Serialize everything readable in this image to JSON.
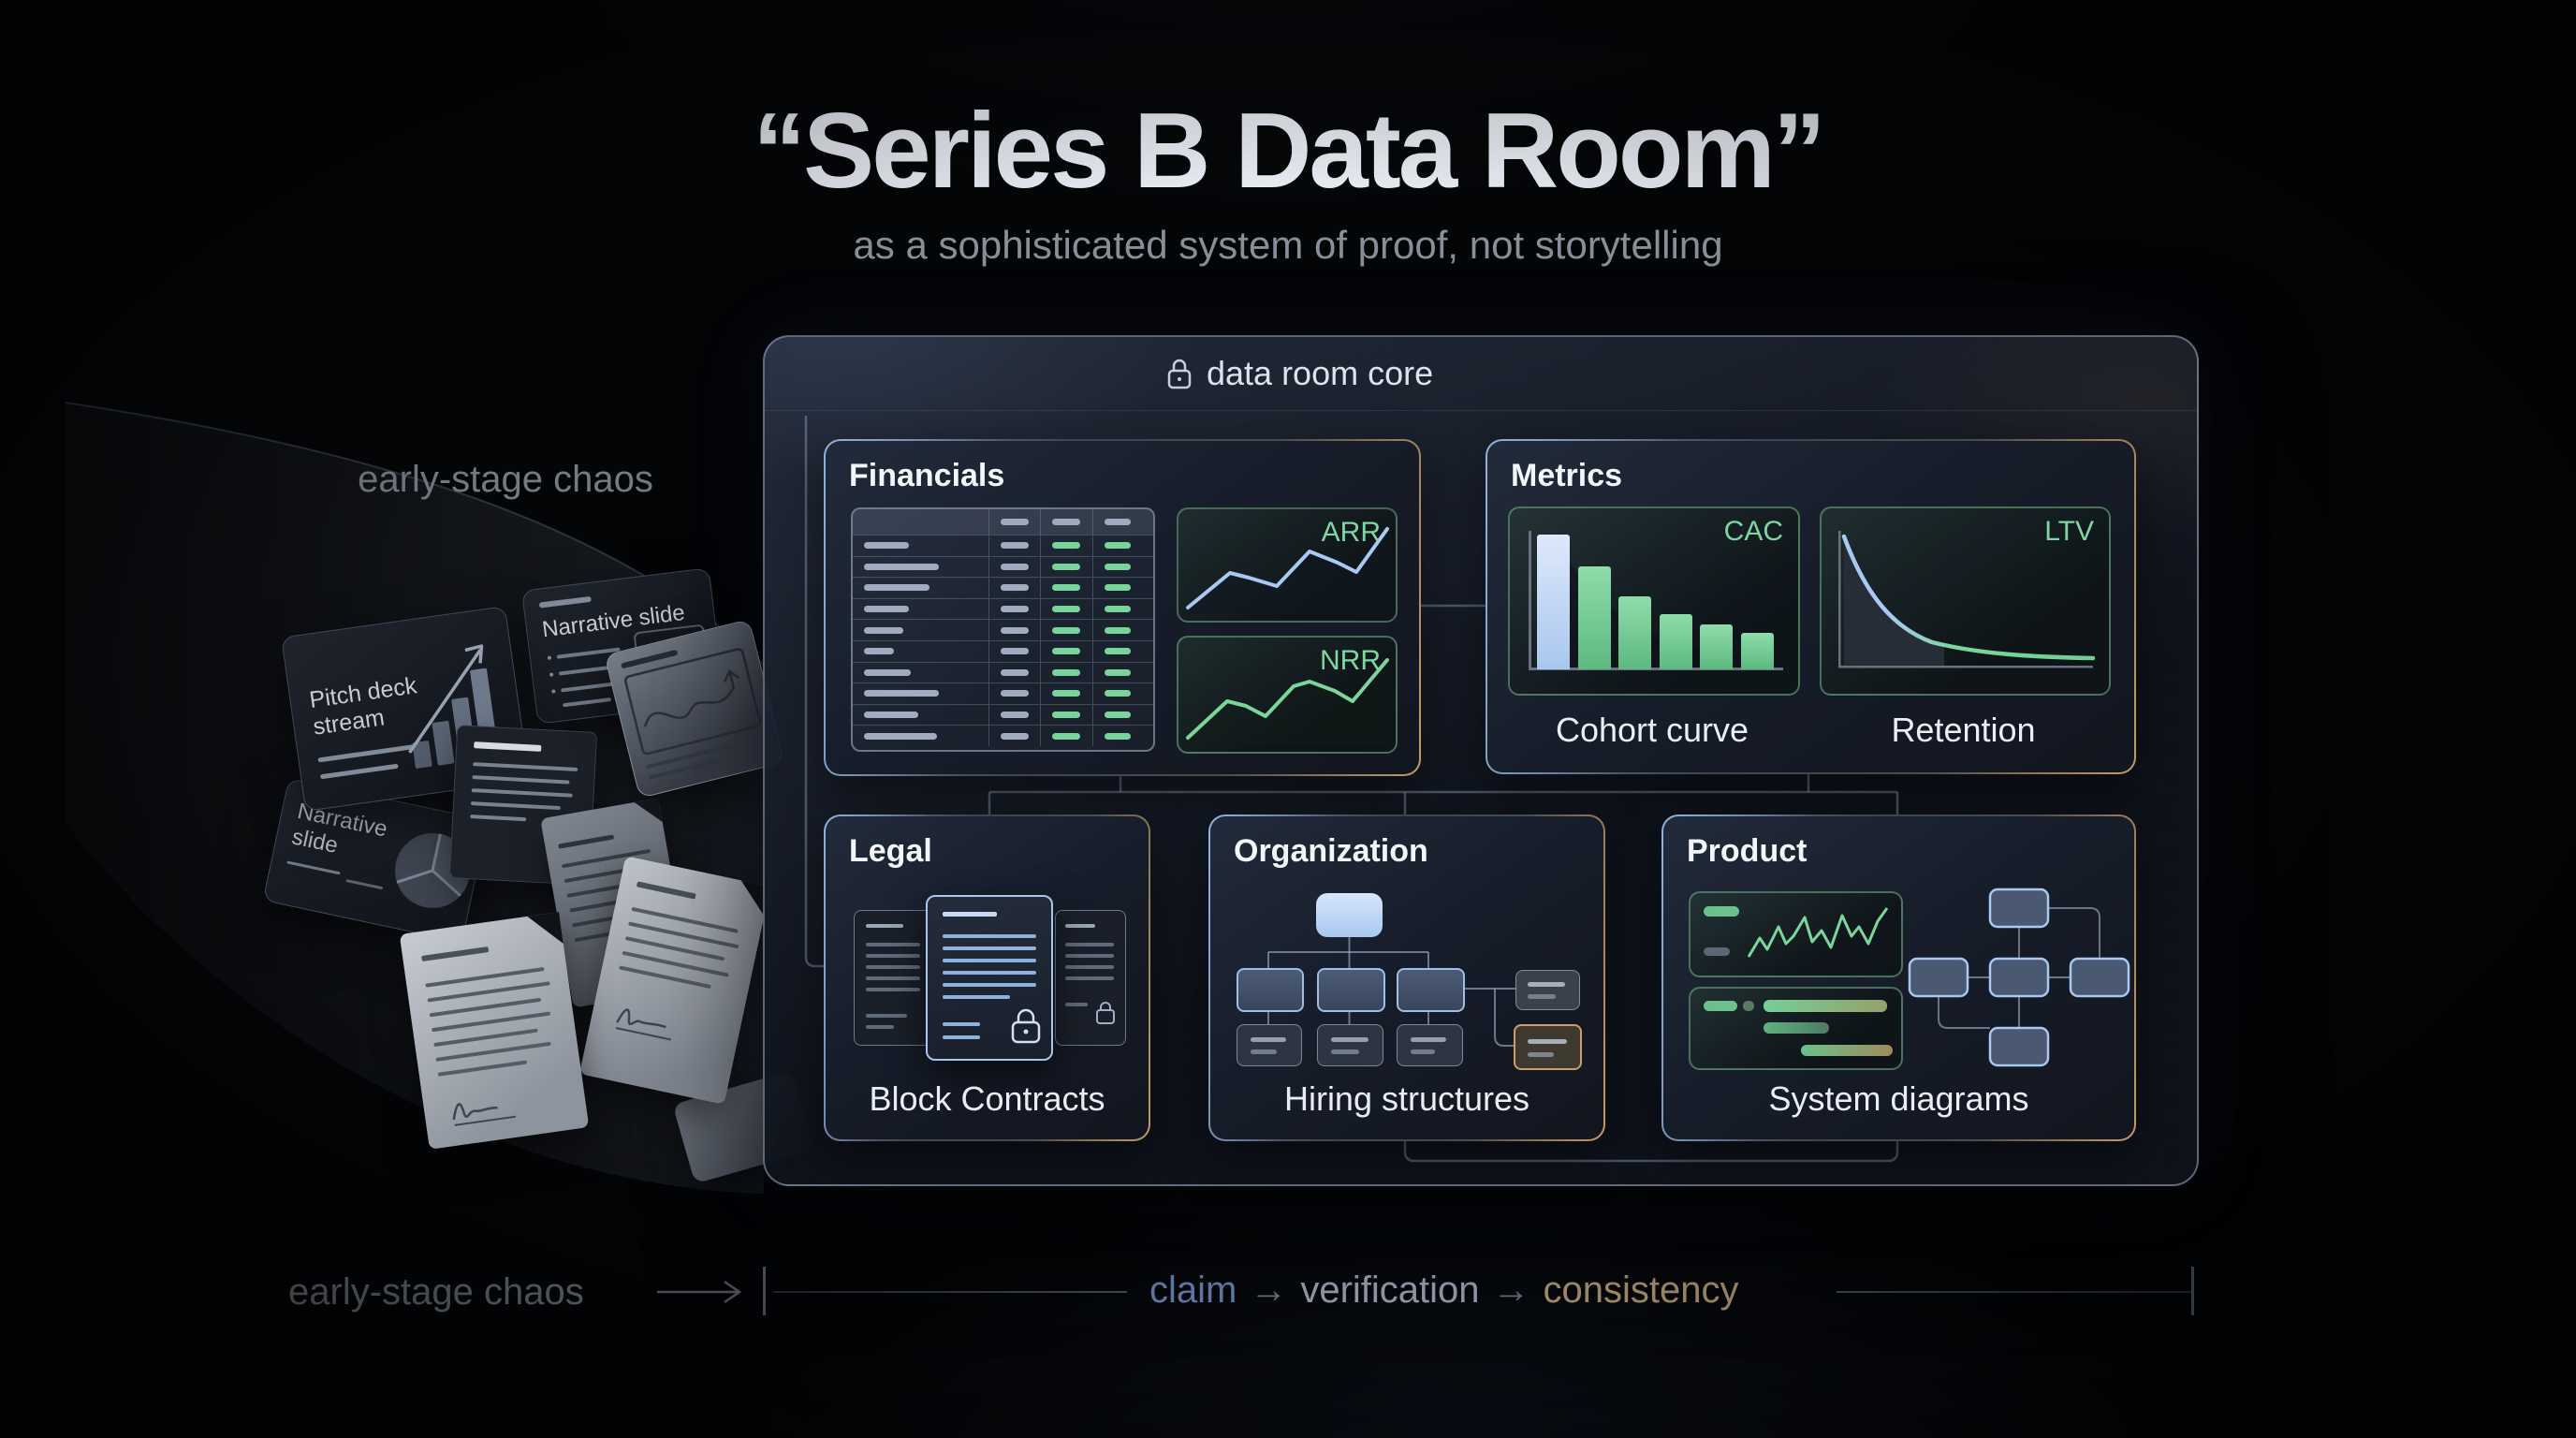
{
  "header": {
    "title": "“Series B Data Room”",
    "subtitle": "as a sophisticated system of proof, not storytelling"
  },
  "chaos": {
    "label": "early-stage chaos",
    "pitch_card": {
      "title": "Pitch deck stream"
    },
    "narrative_card": {
      "title": "Narrative slide"
    },
    "pie_card": {
      "title": "Narrative slide"
    }
  },
  "core": {
    "header_label": "data room core",
    "financials": {
      "title": "Financials",
      "arr_label": "ARR",
      "nrr_label": "NRR",
      "table": {
        "col1_widths": [
          48,
          80,
          70,
          48,
          42,
          32,
          50,
          80,
          58,
          78
        ]
      }
    },
    "metrics": {
      "title": "Metrics",
      "cac_label": "CAC",
      "ltv_label": "LTV",
      "captions": [
        "Cohort curve",
        "Retention"
      ],
      "cac_bars": [
        144,
        110,
        78,
        59,
        48,
        39
      ]
    },
    "legal": {
      "title": "Legal",
      "caption": "Block Contracts"
    },
    "organization": {
      "title": "Organization",
      "caption": "Hiring structures"
    },
    "product": {
      "title": "Product",
      "caption": "System diagrams"
    }
  },
  "timeline": {
    "left_label": "early-stage chaos",
    "separator": "→",
    "steps": [
      {
        "text": "claim",
        "color": "#84a7e6"
      },
      {
        "text": "verification",
        "color": "#c9d3ea"
      },
      {
        "text": "consistency",
        "color": "#e6c693"
      }
    ]
  }
}
